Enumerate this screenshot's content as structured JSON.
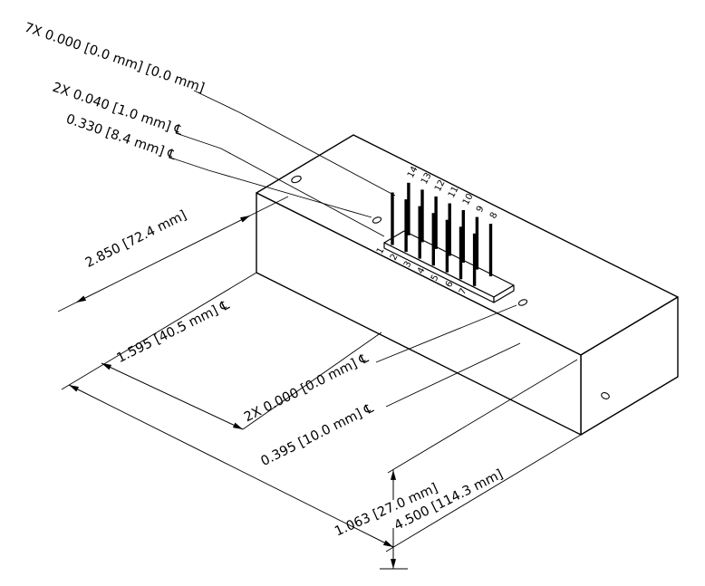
{
  "drawing": {
    "background": "#ffffff",
    "line_color": "#000000",
    "labels": {
      "pin_count": "7X 0.000 [0.0 mm] [0.0 mm]",
      "pin_row_offset": "2X 0.040 [1.0 mm] ℄",
      "pin_pitch": "0.330 [8.4 mm] ℄",
      "depth": "2.850 [72.4 mm]",
      "header_position": "1.595 [40.5 mm] ℄",
      "hole_position": "2X 0.000 [0.0 mm] ℄",
      "hole_offset": "0.395 [10.0 mm] ℄",
      "length": "4.500 [114.3 mm]",
      "height": "1.063 [27.0 mm]"
    },
    "connector": {
      "front_row_pins": [
        "1",
        "2",
        "3",
        "4",
        "5",
        "6",
        "7"
      ],
      "back_row_pins": [
        "14",
        "13",
        "12",
        "11",
        "10",
        "9",
        "8"
      ]
    }
  }
}
